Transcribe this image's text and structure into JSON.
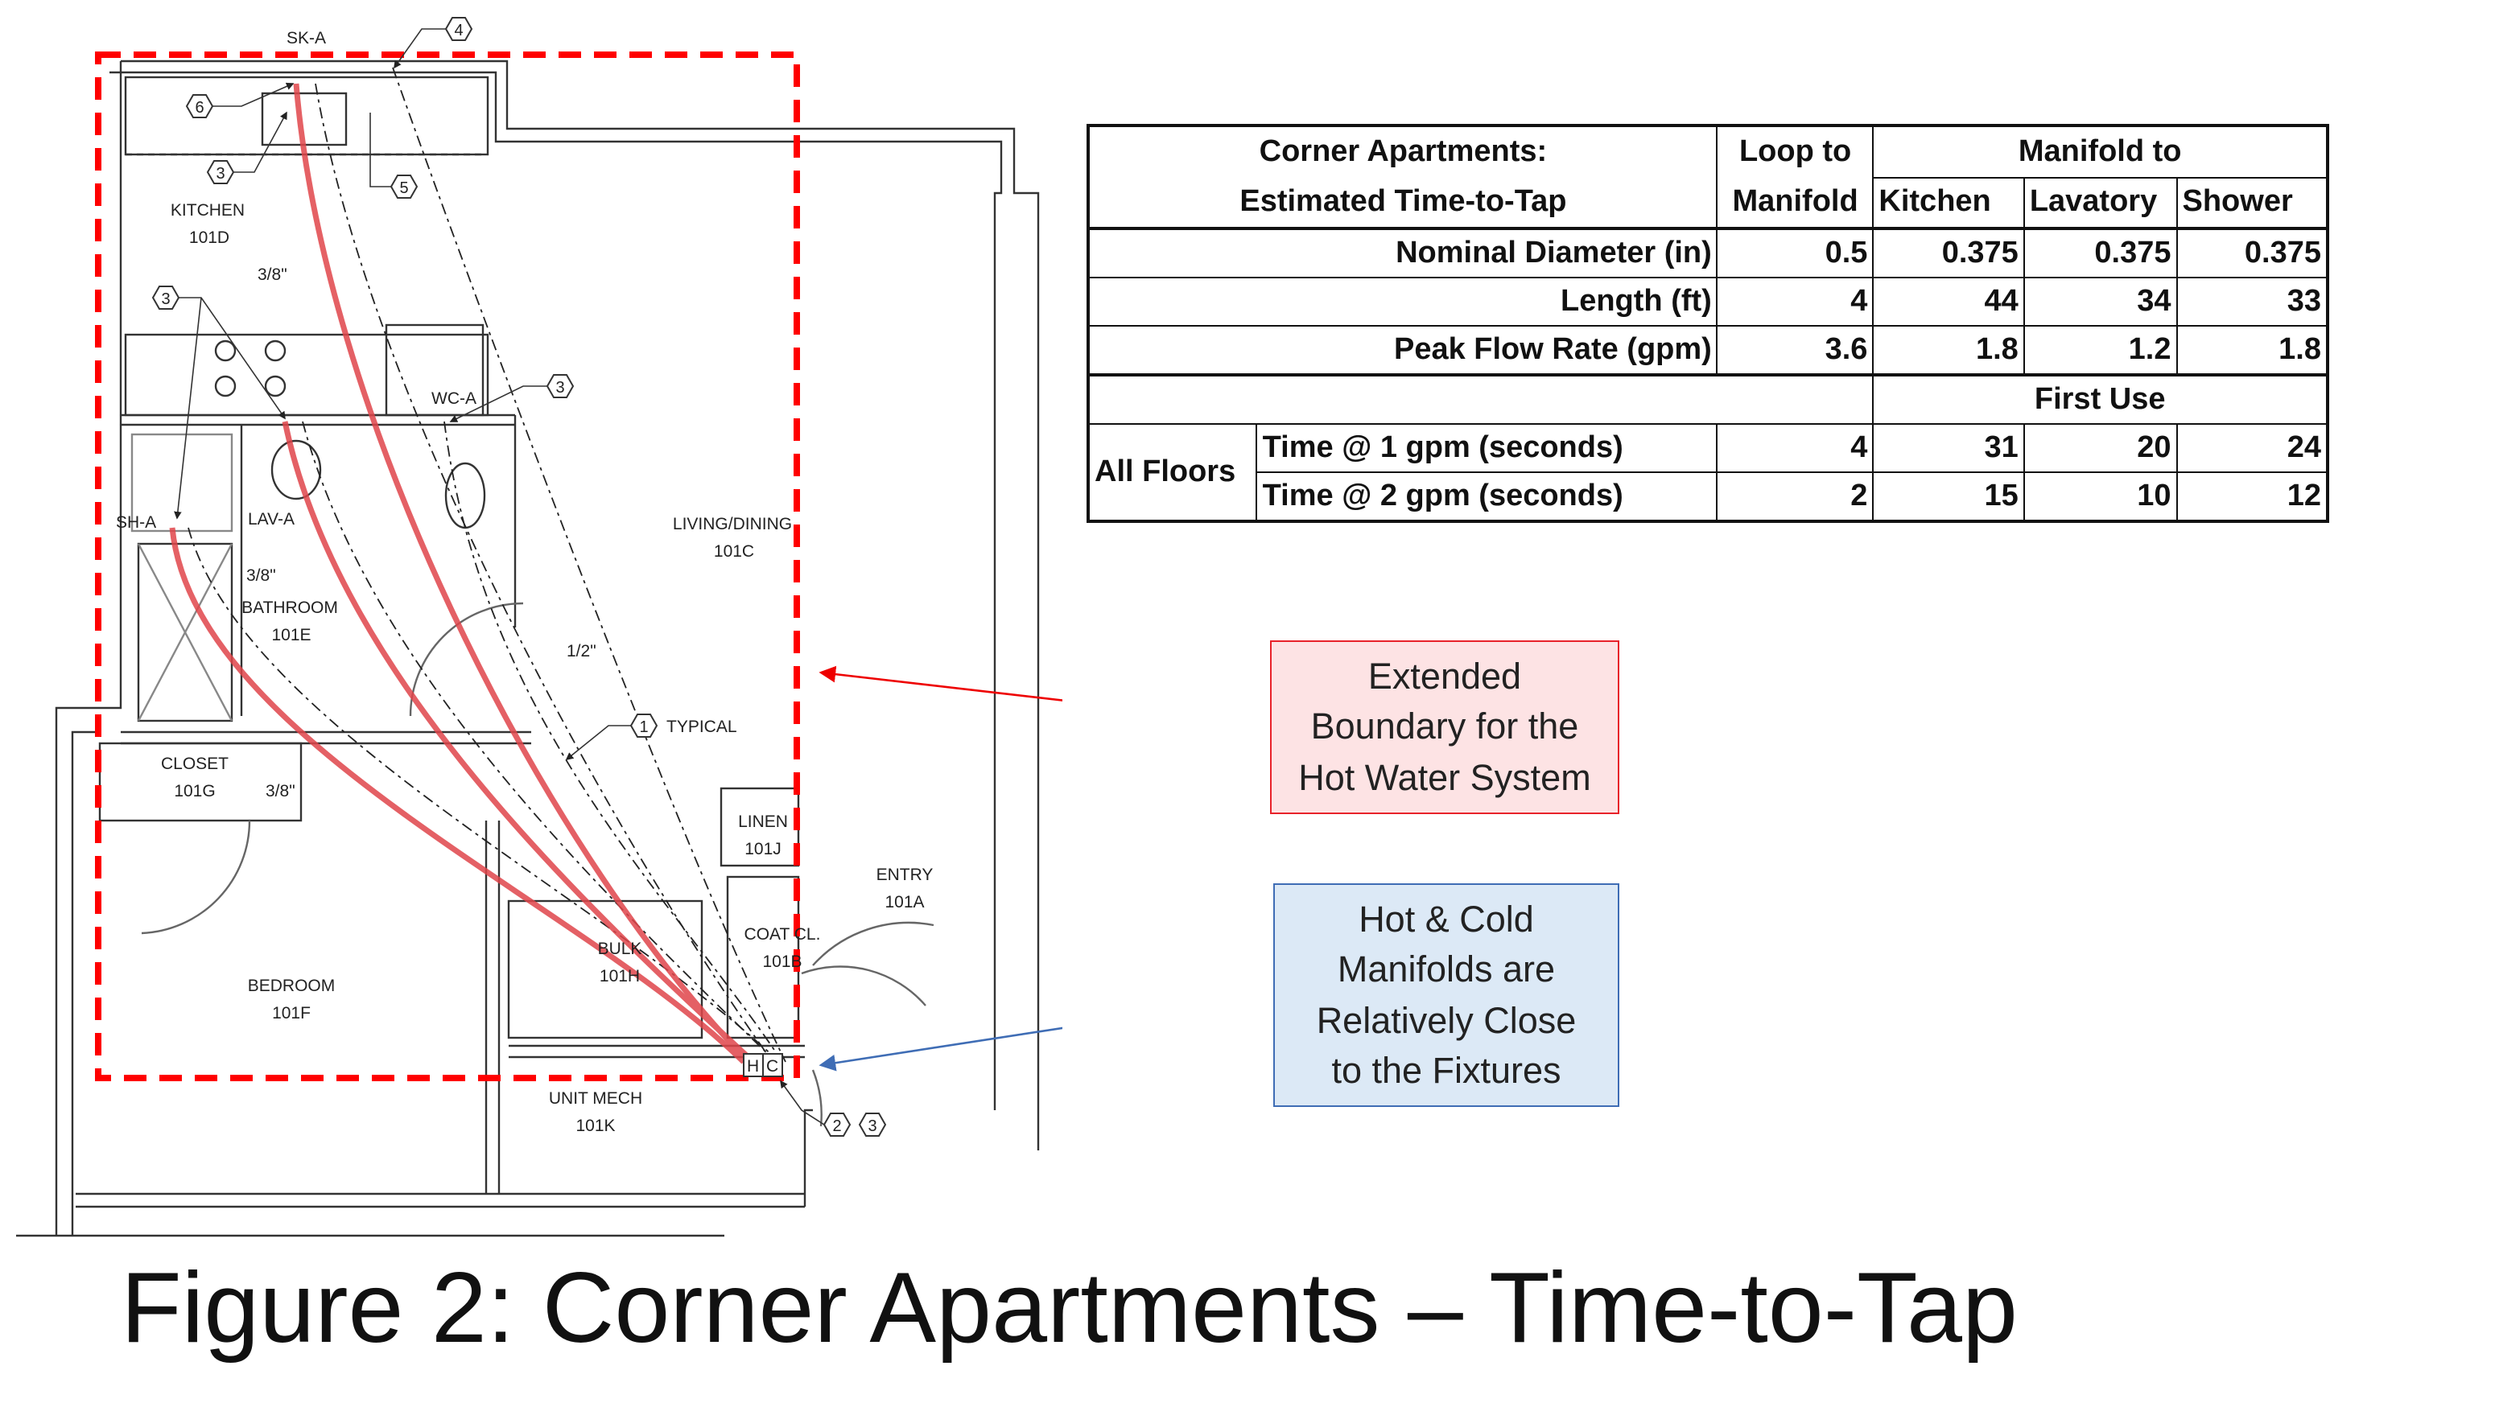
{
  "table": {
    "title_line1": "Corner Apartments:",
    "title_line2": "Estimated Time-to-Tap",
    "col_loop_line1": "Loop to",
    "col_loop_line2": "Manifold",
    "col_group": "Manifold to",
    "col_kitchen": "Kitchen",
    "col_lavatory": "Lavatory",
    "col_shower": "Shower",
    "rows": [
      {
        "label": "Nominal Diameter (in)",
        "loop": "0.5",
        "kitchen": "0.375",
        "lavatory": "0.375",
        "shower": "0.375"
      },
      {
        "label": "Length (ft)",
        "loop": "4",
        "kitchen": "44",
        "lavatory": "34",
        "shower": "33"
      },
      {
        "label": "Peak Flow Rate (gpm)",
        "loop": "3.6",
        "kitchen": "1.8",
        "lavatory": "1.2",
        "shower": "1.8"
      }
    ],
    "first_use": "First Use",
    "group_label": "All Floors",
    "time_rows": [
      {
        "label": "Time @ 1 gpm (seconds)",
        "loop": "4",
        "kitchen": "31",
        "lavatory": "20",
        "shower": "24"
      },
      {
        "label": "Time @ 2 gpm (seconds)",
        "loop": "2",
        "kitchen": "15",
        "lavatory": "10",
        "shower": "12"
      }
    ]
  },
  "callouts": {
    "boundary": [
      "Extended",
      "Boundary for the",
      "Hot Water System"
    ],
    "manifolds": [
      "Hot & Cold",
      "Manifolds are",
      "Relatively Close",
      "to the Fixtures"
    ]
  },
  "caption": "Figure 2: Corner Apartments – Time-to-Tap",
  "plan": {
    "fixtures": {
      "sink": "SK-A",
      "wc": "WC-A",
      "shower": "SH-A",
      "lav": "LAV-A"
    },
    "rooms": [
      {
        "name": "KITCHEN",
        "num": "101D"
      },
      {
        "name": "LIVING/DINING",
        "num": "101C"
      },
      {
        "name": "BATHROOM",
        "num": "101E"
      },
      {
        "name": "CLOSET",
        "num": "101G"
      },
      {
        "name": "LINEN",
        "num": "101J"
      },
      {
        "name": "ENTRY",
        "num": "101A"
      },
      {
        "name": "COAT CL.",
        "num": "101B"
      },
      {
        "name": "BULK",
        "num": "101H"
      },
      {
        "name": "BEDROOM",
        "num": "101F"
      },
      {
        "name": "UNIT MECH",
        "num": "101K"
      }
    ],
    "sizes": {
      "kitchen": "3/8\"",
      "lav": "3/8\"",
      "shower": "3/8\"",
      "main": "1/2\""
    },
    "typical": "TYPICAL",
    "tags": [
      "1",
      "2",
      "3",
      "4",
      "5",
      "6"
    ],
    "hot": "H",
    "cold": "C"
  },
  "colors": {
    "boundary": "#ff0000",
    "hot_pipe": "#e0454a",
    "blue_arrow": "#3f6db5"
  }
}
